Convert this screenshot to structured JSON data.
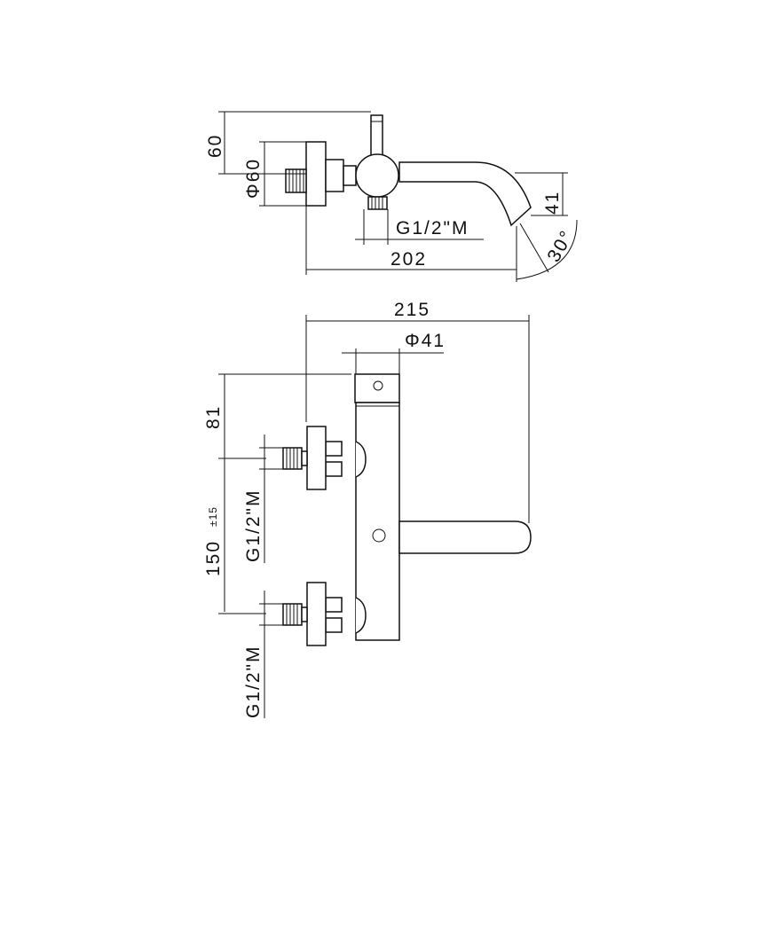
{
  "top_view": {
    "dim_height_top": "60",
    "dim_body_diameter": "Φ60",
    "dim_spout_drop": "41",
    "dim_outlet_thread": "G1/2\"M",
    "dim_overall_width": "202",
    "dim_spout_angle": "30°"
  },
  "front_view": {
    "dim_overall_width": "215",
    "dim_cartridge_diameter": "Φ41",
    "dim_upper_height": "81",
    "dim_centres": "150",
    "dim_centres_tolerance": "±15",
    "dim_inlet_thread_upper": "G1/2\"M",
    "dim_inlet_thread_lower": "G1/2\"M"
  },
  "colors": {
    "line": "#111111",
    "background": "#ffffff"
  }
}
